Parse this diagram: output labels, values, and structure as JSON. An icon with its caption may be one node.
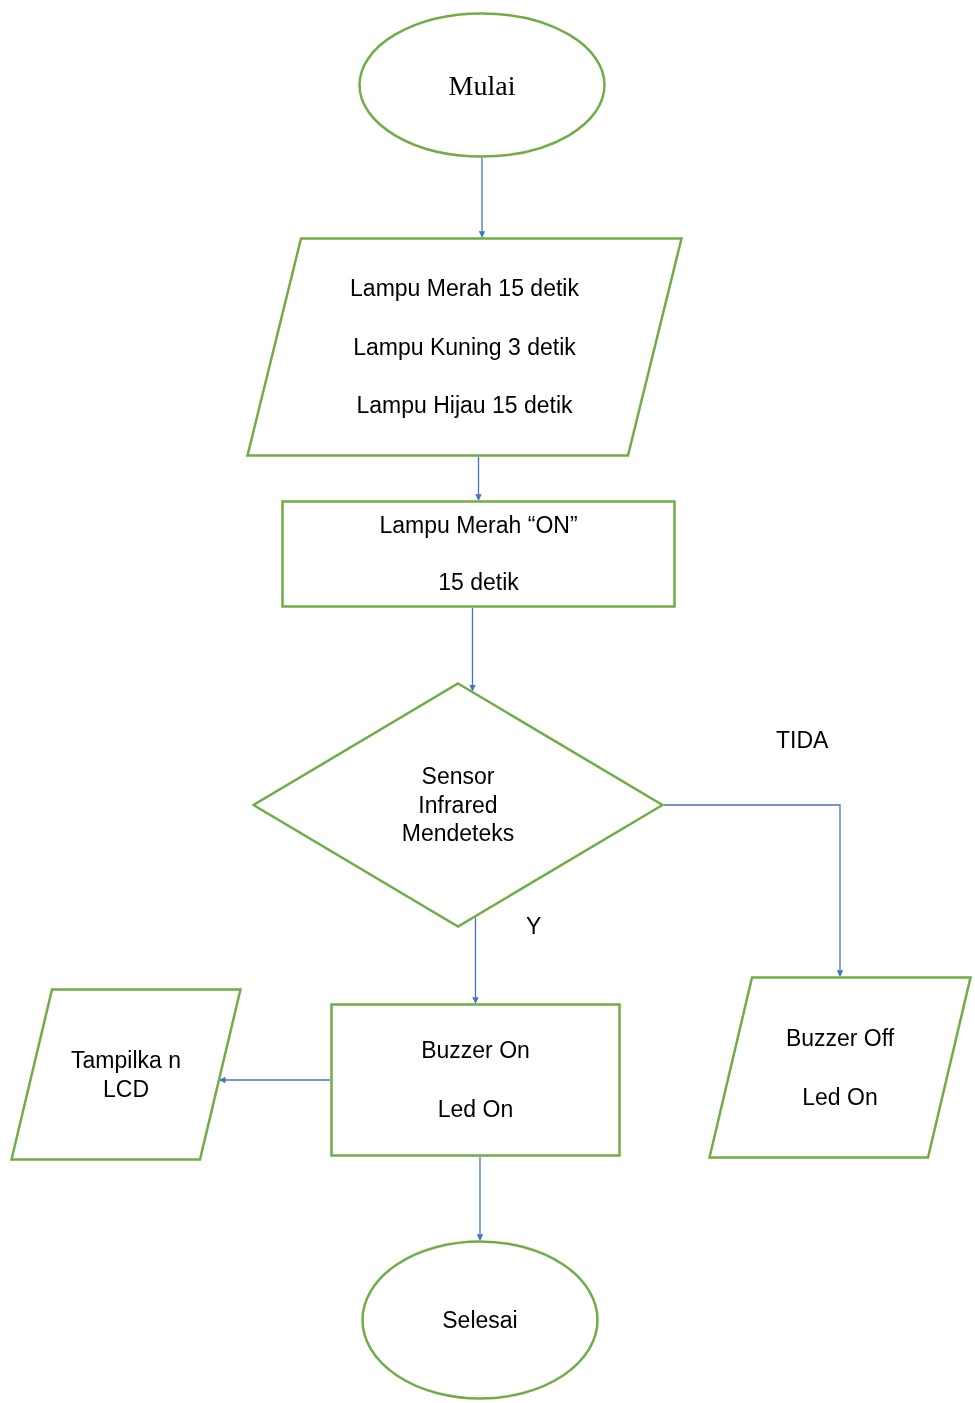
{
  "diagram": {
    "nodes": [
      {
        "text": [
          "Mulai"
        ]
      },
      {
        "text": [
          "Lampu Merah 15 detik",
          "Lampu Kuning 3 detik",
          "Lampu Hijau 15 detik"
        ]
      },
      {
        "text": [
          "Lampu Merah “ON”",
          "15 detik"
        ]
      },
      {
        "text": [
          "Sensor Infrared Mendeteks"
        ]
      },
      {
        "text": [
          "Tampilka n LCD"
        ]
      },
      {
        "text": [
          "Buzzer On",
          "Led On"
        ]
      },
      {
        "text": [
          "Buzzer Off",
          "Led On"
        ]
      },
      {
        "text": [
          "Selesai"
        ]
      }
    ],
    "edges": [
      {
        "from": 0,
        "to": 1,
        "arrow": "to"
      },
      {
        "from": 1,
        "to": 2,
        "arrow": "to"
      },
      {
        "from": 2,
        "to": 3,
        "arrow": "to"
      },
      {
        "from": 3,
        "to": 5,
        "arrow": "to",
        "label": "Y"
      },
      {
        "from": 3,
        "to": 6,
        "arrow": "to",
        "label": "TIDA"
      },
      {
        "from": 5,
        "to": 4,
        "arrow": "to"
      },
      {
        "from": 5,
        "to": 7,
        "arrow": "to"
      }
    ]
  }
}
